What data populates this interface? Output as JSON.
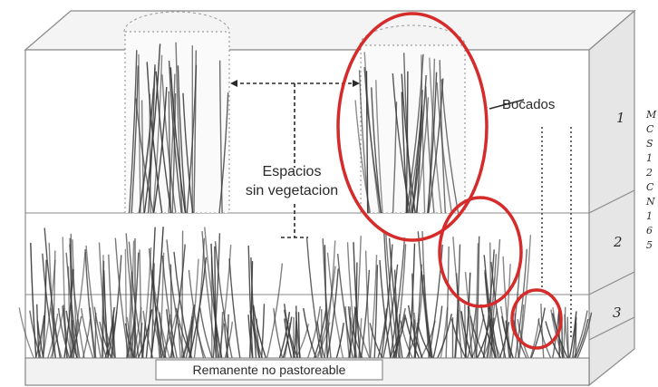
{
  "labels": {
    "espacios": "Espacios",
    "sin_vegetacion": "sin vegetacion",
    "bocados": "Bocados",
    "remanente": "Remanente no pastoreable"
  },
  "layers": [
    "1",
    "2",
    "3"
  ],
  "side_notes": [
    "M",
    "C",
    "S",
    "1",
    "2",
    "C",
    "N",
    "1",
    "6",
    "5"
  ],
  "colors": {
    "highlight": "#d62b2b",
    "ink": "#2a2a2a",
    "block_side": "#e4e4e4",
    "block_top": "#f0f0f0",
    "plant": "#3a3a3a"
  }
}
